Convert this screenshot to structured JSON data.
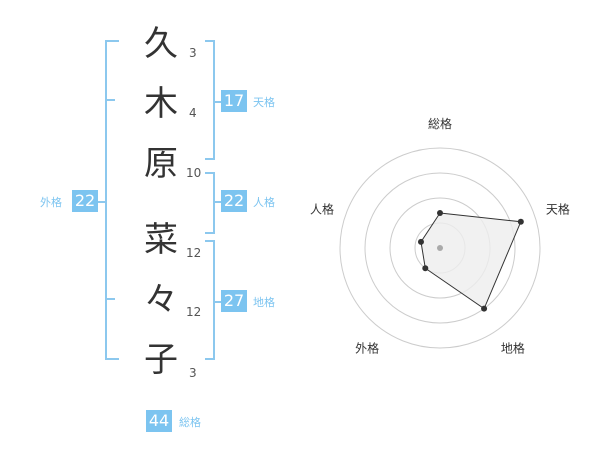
{
  "name": {
    "characters": [
      {
        "char": "久",
        "strokes": "3"
      },
      {
        "char": "木",
        "strokes": "4"
      },
      {
        "char": "原",
        "strokes": "10"
      },
      {
        "char": "菜",
        "strokes": "12"
      },
      {
        "char": "々",
        "strokes": "12"
      },
      {
        "char": "子",
        "strokes": "3"
      }
    ]
  },
  "fortunes": {
    "tenkaku": {
      "value": "17",
      "label": "天格"
    },
    "jinkaku": {
      "value": "22",
      "label": "人格"
    },
    "chikaku": {
      "value": "27",
      "label": "地格"
    },
    "gaikaku": {
      "value": "22",
      "label": "外格"
    },
    "soukaku": {
      "value": "44",
      "label": "総格"
    }
  },
  "chart_data": {
    "type": "radar",
    "axes": [
      "総格",
      "天格",
      "地格",
      "外格",
      "人格"
    ],
    "values": [
      0.35,
      0.85,
      0.75,
      0.25,
      0.2
    ],
    "rmax": 1,
    "rings": 4,
    "colors": {
      "fill": "#eeeeee",
      "line": "#333333",
      "grid": "#cccccc",
      "accent": "#7cc4f0"
    }
  }
}
